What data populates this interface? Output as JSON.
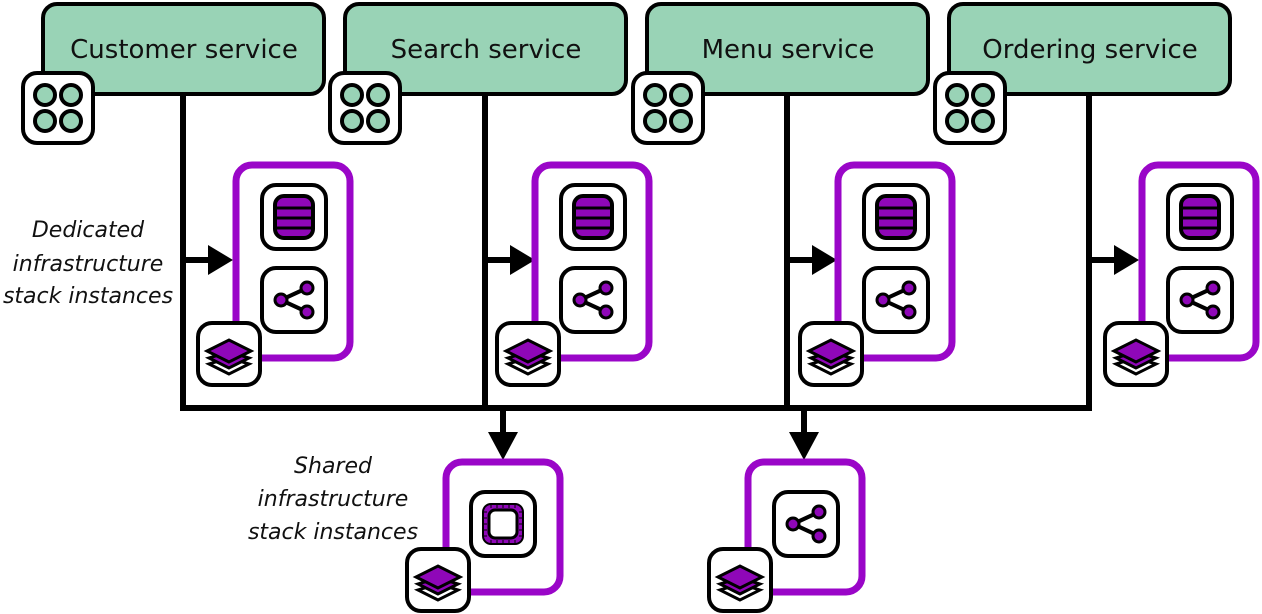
{
  "colors": {
    "service_fill": "#99d3b6",
    "stack_border": "#9a06c8",
    "icon_fill": "#8f07b8",
    "line": "#000000"
  },
  "services": [
    {
      "name": "Customer service",
      "icon": "microservice-icon"
    },
    {
      "name": "Search service",
      "icon": "microservice-icon"
    },
    {
      "name": "Menu service",
      "icon": "microservice-icon"
    },
    {
      "name": "Ordering service",
      "icon": "microservice-icon"
    }
  ],
  "dedicated_stack": {
    "label_lines": [
      "Dedicated",
      "infrastructure",
      "stack instances"
    ],
    "resources": [
      "database-icon",
      "network-share-icon"
    ],
    "badge": "stack-layers-icon"
  },
  "shared_stacks": {
    "label_lines": [
      "Shared",
      "infrastructure",
      "stack instances"
    ],
    "instances": [
      {
        "resource": "compute-chip-icon",
        "badge": "stack-layers-icon"
      },
      {
        "resource": "network-share-icon",
        "badge": "stack-layers-icon"
      }
    ]
  }
}
